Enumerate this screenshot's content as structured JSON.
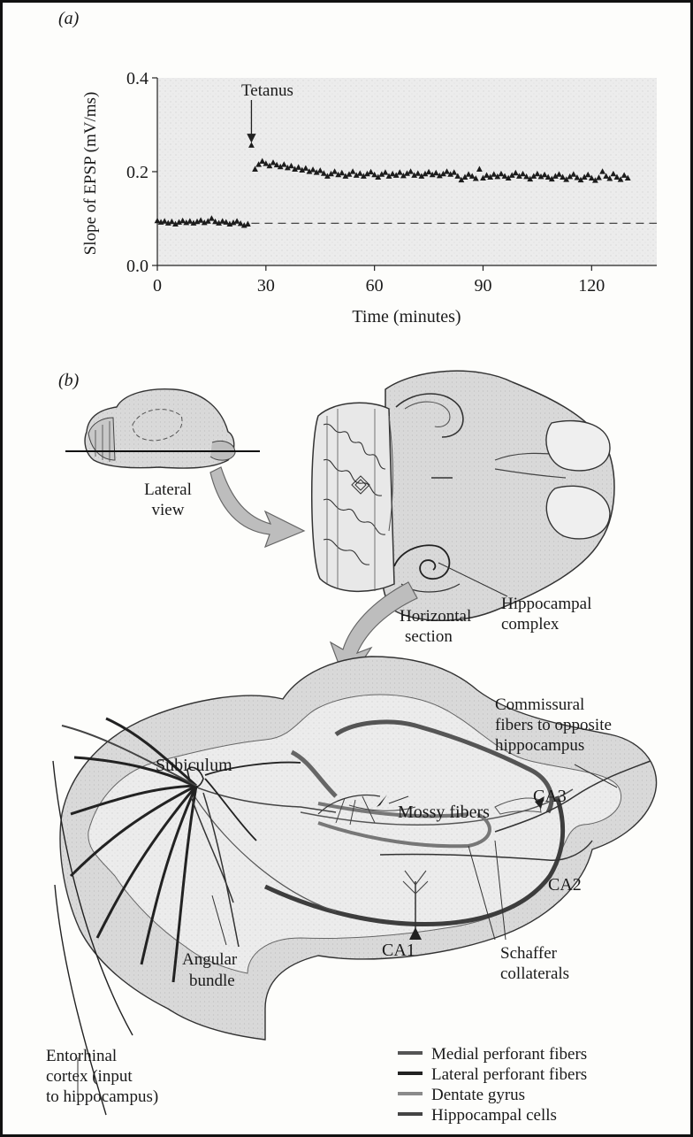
{
  "panel_a": {
    "label": "(a)",
    "annotation": "Tetanus",
    "chart_data": {
      "type": "scatter",
      "xlabel": "Time (minutes)",
      "ylabel": "Slope of EPSP (mV/ms)",
      "xlim": [
        0,
        138
      ],
      "ylim": [
        0,
        0.4
      ],
      "xticks": [
        "0",
        "30",
        "60",
        "90",
        "120"
      ],
      "yticks": [
        "0.0",
        "0.2",
        "0.4"
      ],
      "baseline": 0.09,
      "points": [
        [
          0,
          0.095
        ],
        [
          1,
          0.092
        ],
        [
          2,
          0.094
        ],
        [
          3,
          0.09
        ],
        [
          4,
          0.093
        ],
        [
          5,
          0.088
        ],
        [
          6,
          0.092
        ],
        [
          7,
          0.095
        ],
        [
          8,
          0.091
        ],
        [
          9,
          0.094
        ],
        [
          10,
          0.09
        ],
        [
          11,
          0.093
        ],
        [
          12,
          0.096
        ],
        [
          13,
          0.091
        ],
        [
          14,
          0.094
        ],
        [
          15,
          0.1
        ],
        [
          16,
          0.093
        ],
        [
          17,
          0.09
        ],
        [
          18,
          0.094
        ],
        [
          19,
          0.092
        ],
        [
          20,
          0.088
        ],
        [
          21,
          0.091
        ],
        [
          22,
          0.094
        ],
        [
          23,
          0.089
        ],
        [
          24,
          0.085
        ],
        [
          25,
          0.088
        ],
        [
          26,
          0.256
        ],
        [
          27,
          0.205
        ],
        [
          28,
          0.215
        ],
        [
          29,
          0.222
        ],
        [
          30,
          0.217
        ],
        [
          31,
          0.212
        ],
        [
          32,
          0.219
        ],
        [
          33,
          0.214
        ],
        [
          34,
          0.21
        ],
        [
          35,
          0.215
        ],
        [
          36,
          0.208
        ],
        [
          37,
          0.212
        ],
        [
          38,
          0.205
        ],
        [
          39,
          0.209
        ],
        [
          40,
          0.203
        ],
        [
          41,
          0.207
        ],
        [
          42,
          0.2
        ],
        [
          43,
          0.204
        ],
        [
          44,
          0.198
        ],
        [
          45,
          0.202
        ],
        [
          46,
          0.196
        ],
        [
          47,
          0.19
        ],
        [
          48,
          0.195
        ],
        [
          49,
          0.2
        ],
        [
          50,
          0.193
        ],
        [
          51,
          0.197
        ],
        [
          52,
          0.19
        ],
        [
          53,
          0.194
        ],
        [
          54,
          0.2
        ],
        [
          55,
          0.192
        ],
        [
          56,
          0.196
        ],
        [
          57,
          0.19
        ],
        [
          58,
          0.195
        ],
        [
          59,
          0.199
        ],
        [
          60,
          0.193
        ],
        [
          61,
          0.188
        ],
        [
          62,
          0.194
        ],
        [
          63,
          0.198
        ],
        [
          64,
          0.19
        ],
        [
          65,
          0.195
        ],
        [
          66,
          0.192
        ],
        [
          67,
          0.198
        ],
        [
          68,
          0.191
        ],
        [
          69,
          0.196
        ],
        [
          70,
          0.2
        ],
        [
          71,
          0.192
        ],
        [
          72,
          0.196
        ],
        [
          73,
          0.19
        ],
        [
          74,
          0.195
        ],
        [
          75,
          0.199
        ],
        [
          76,
          0.193
        ],
        [
          77,
          0.197
        ],
        [
          78,
          0.191
        ],
        [
          79,
          0.195
        ],
        [
          80,
          0.2
        ],
        [
          81,
          0.194
        ],
        [
          82,
          0.198
        ],
        [
          83,
          0.19
        ],
        [
          84,
          0.182
        ],
        [
          85,
          0.188
        ],
        [
          86,
          0.194
        ],
        [
          87,
          0.19
        ],
        [
          88,
          0.185
        ],
        [
          89,
          0.205
        ],
        [
          90,
          0.186
        ],
        [
          91,
          0.192
        ],
        [
          92,
          0.188
        ],
        [
          93,
          0.194
        ],
        [
          94,
          0.189
        ],
        [
          95,
          0.195
        ],
        [
          96,
          0.19
        ],
        [
          97,
          0.186
        ],
        [
          98,
          0.192
        ],
        [
          99,
          0.197
        ],
        [
          100,
          0.19
        ],
        [
          101,
          0.195
        ],
        [
          102,
          0.189
        ],
        [
          103,
          0.184
        ],
        [
          104,
          0.19
        ],
        [
          105,
          0.195
        ],
        [
          106,
          0.189
        ],
        [
          107,
          0.193
        ],
        [
          108,
          0.188
        ],
        [
          109,
          0.184
        ],
        [
          110,
          0.19
        ],
        [
          111,
          0.194
        ],
        [
          112,
          0.188
        ],
        [
          113,
          0.183
        ],
        [
          114,
          0.189
        ],
        [
          115,
          0.194
        ],
        [
          116,
          0.187
        ],
        [
          117,
          0.182
        ],
        [
          118,
          0.188
        ],
        [
          119,
          0.193
        ],
        [
          120,
          0.186
        ],
        [
          121,
          0.181
        ],
        [
          122,
          0.187
        ],
        [
          123,
          0.2
        ],
        [
          124,
          0.19
        ],
        [
          125,
          0.185
        ],
        [
          126,
          0.195
        ],
        [
          127,
          0.188
        ],
        [
          128,
          0.183
        ],
        [
          129,
          0.192
        ],
        [
          130,
          0.186
        ]
      ]
    }
  },
  "panel_b": {
    "label": "(b)",
    "labels": {
      "lateral_view": [
        "Lateral",
        "view"
      ],
      "horizontal_section": [
        "Horizontal",
        "section"
      ],
      "hippocampal_complex": [
        "Hippocampal",
        "complex"
      ],
      "commissural": [
        "Commissural",
        "fibers to opposite",
        "hippocampus"
      ],
      "subiculum": "Subiculum",
      "mossy": "Mossy fibers",
      "ca3": "CA3",
      "ca2": "CA2",
      "ca1": "CA1",
      "schaffer": [
        "Schaffer",
        "collaterals"
      ],
      "angular": [
        "Angular",
        "bundle"
      ],
      "entorhinal": [
        "Entorhinal",
        "cortex (input",
        "to hippocampus)"
      ]
    },
    "legend": [
      {
        "label": "Medial perforant fibers",
        "color": "#555555"
      },
      {
        "label": "Lateral perforant fibers",
        "color": "#222222"
      },
      {
        "label": "Dentate gyrus",
        "color": "#8a8a8a"
      },
      {
        "label": "Hippocampal cells",
        "color": "#444444"
      }
    ]
  }
}
